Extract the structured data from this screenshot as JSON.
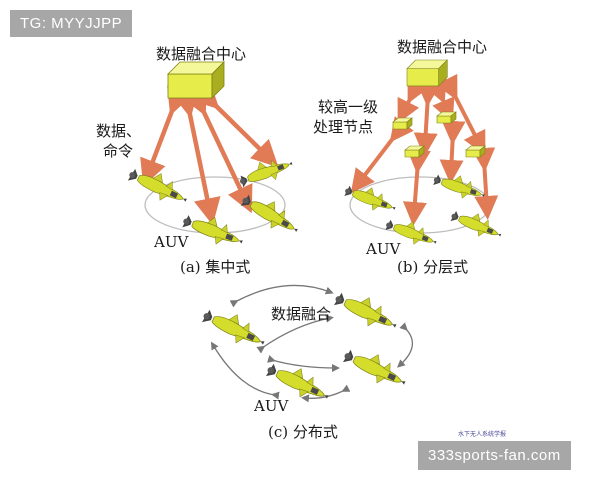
{
  "watermark_top": "TG: MYYJJPP",
  "watermark_bottom": "333sports-fan.com",
  "source_text": "水下无人系统学报",
  "panel_a": {
    "center_label": "数据融合中心",
    "arrow_label_line1": "数据、",
    "arrow_label_line2": "命令",
    "auv_label": "AUV",
    "caption": "(a) 集中式"
  },
  "panel_b": {
    "center_label": "数据融合中心",
    "node_label_line1": "较高一级",
    "node_label_line2": "处理节点",
    "auv_label": "AUV",
    "caption": "(b) 分层式"
  },
  "panel_c": {
    "center_label": "数据融合",
    "auv_label": "AUV",
    "caption": "(c) 分布式"
  },
  "colors": {
    "arrow": "#e07b55",
    "box_front": "#e6ec4a",
    "box_top": "#f4f79a",
    "box_side": "#a8ae20",
    "auv_body": "#d4dc2c",
    "ellipse": "#bdbdbd",
    "c_arrows": "#777777"
  }
}
